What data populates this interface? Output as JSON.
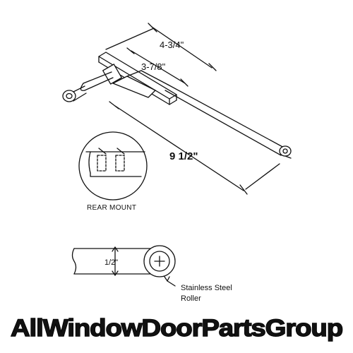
{
  "diagram": {
    "dimension_overall_arm": "4-3/4\"",
    "dimension_mount": "3-7/8\"",
    "dimension_length": "9 1/2\"",
    "rear_mount_label": "REAR MOUNT",
    "roller_height": "1/2\"",
    "roller_label_line1": "Stainless Steel",
    "roller_label_line2": "Roller"
  },
  "branding": {
    "logo_text": "AllWindowDoorPartsGroup",
    "colors": [
      "#e8201c",
      "#f47a1f",
      "#f7d51d",
      "#3db54a",
      "#1e88e5",
      "#6a3db5"
    ]
  }
}
